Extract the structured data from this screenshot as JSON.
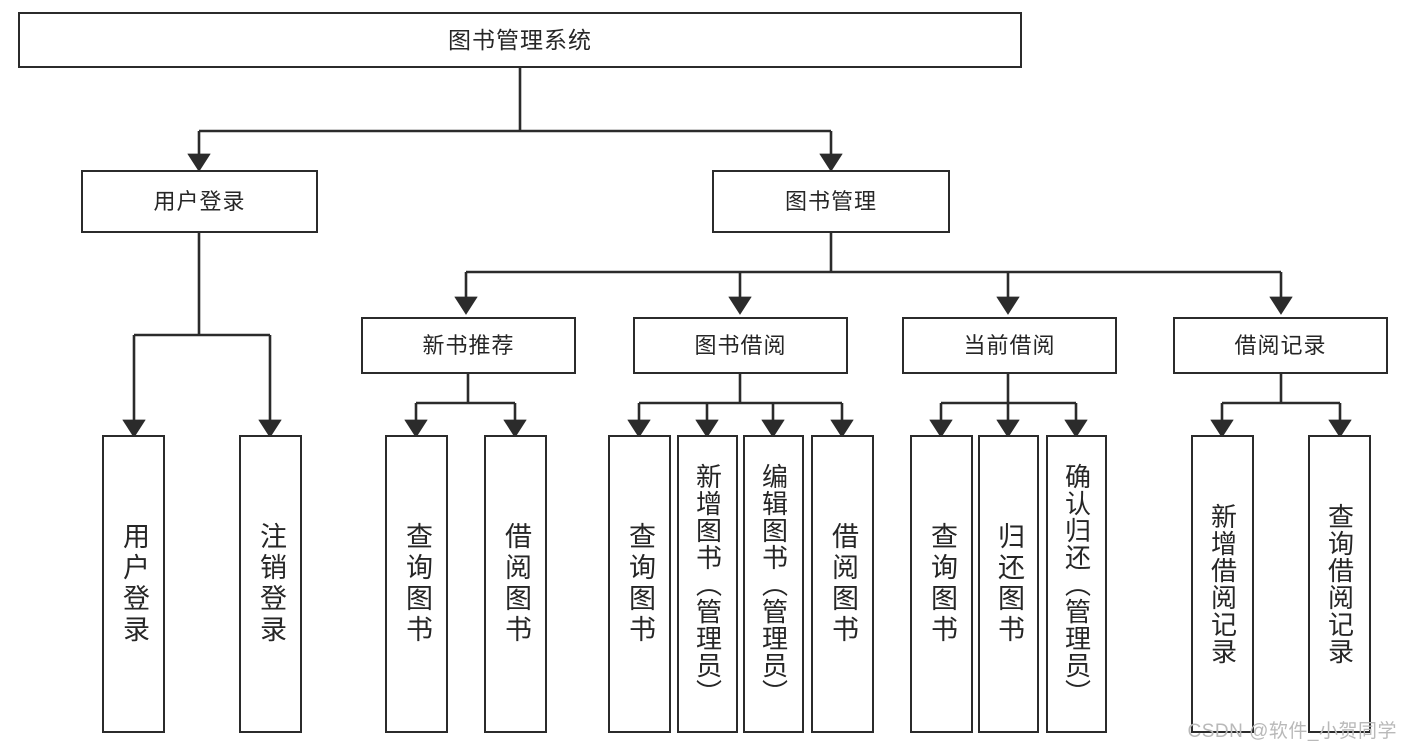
{
  "diagram": {
    "type": "tree",
    "title": "图书管理系统",
    "orientation": "top-down",
    "colors": {
      "box_border": "#2b2b2b",
      "box_fill": "#ffffff",
      "connector": "#2b2b2b",
      "text": "#262626",
      "watermark": "#b9b9b9"
    },
    "root": {
      "label": "图书管理系统"
    },
    "level2": [
      {
        "id": "user-login",
        "label": "用户登录"
      },
      {
        "id": "book-manage",
        "label": "图书管理"
      }
    ],
    "level3": [
      {
        "id": "new-book-recommend",
        "label": "新书推荐",
        "parent": "book-manage"
      },
      {
        "id": "book-borrow",
        "label": "图书借阅",
        "parent": "book-manage"
      },
      {
        "id": "current-borrow",
        "label": "当前借阅",
        "parent": "book-manage"
      },
      {
        "id": "borrow-record",
        "label": "借阅记录",
        "parent": "book-manage"
      }
    ],
    "leaves": {
      "user-login": [
        {
          "id": "leaf-user-login",
          "label": "用户登录"
        },
        {
          "id": "leaf-logout",
          "label": "注销登录"
        }
      ],
      "new-book-recommend": [
        {
          "id": "leaf-query-book-1",
          "label": "查询图书"
        },
        {
          "id": "leaf-borrow-book-1",
          "label": "借阅图书"
        }
      ],
      "book-borrow": [
        {
          "id": "leaf-query-book-2",
          "label": "查询图书"
        },
        {
          "id": "leaf-add-book",
          "label": "新增图书（管理员）"
        },
        {
          "id": "leaf-edit-book",
          "label": "编辑图书（管理员）"
        },
        {
          "id": "leaf-borrow-book-2",
          "label": "借阅图书"
        }
      ],
      "current-borrow": [
        {
          "id": "leaf-query-book-3",
          "label": "查询图书"
        },
        {
          "id": "leaf-return-book",
          "label": "归还图书"
        },
        {
          "id": "leaf-confirm-return",
          "label": "确认归还（管理员）"
        }
      ],
      "borrow-record": [
        {
          "id": "leaf-add-record",
          "label": "新增借阅记录"
        },
        {
          "id": "leaf-query-record",
          "label": "查询借阅记录"
        }
      ]
    }
  },
  "watermark": {
    "text": "CSDN @软件_小贺同学"
  }
}
